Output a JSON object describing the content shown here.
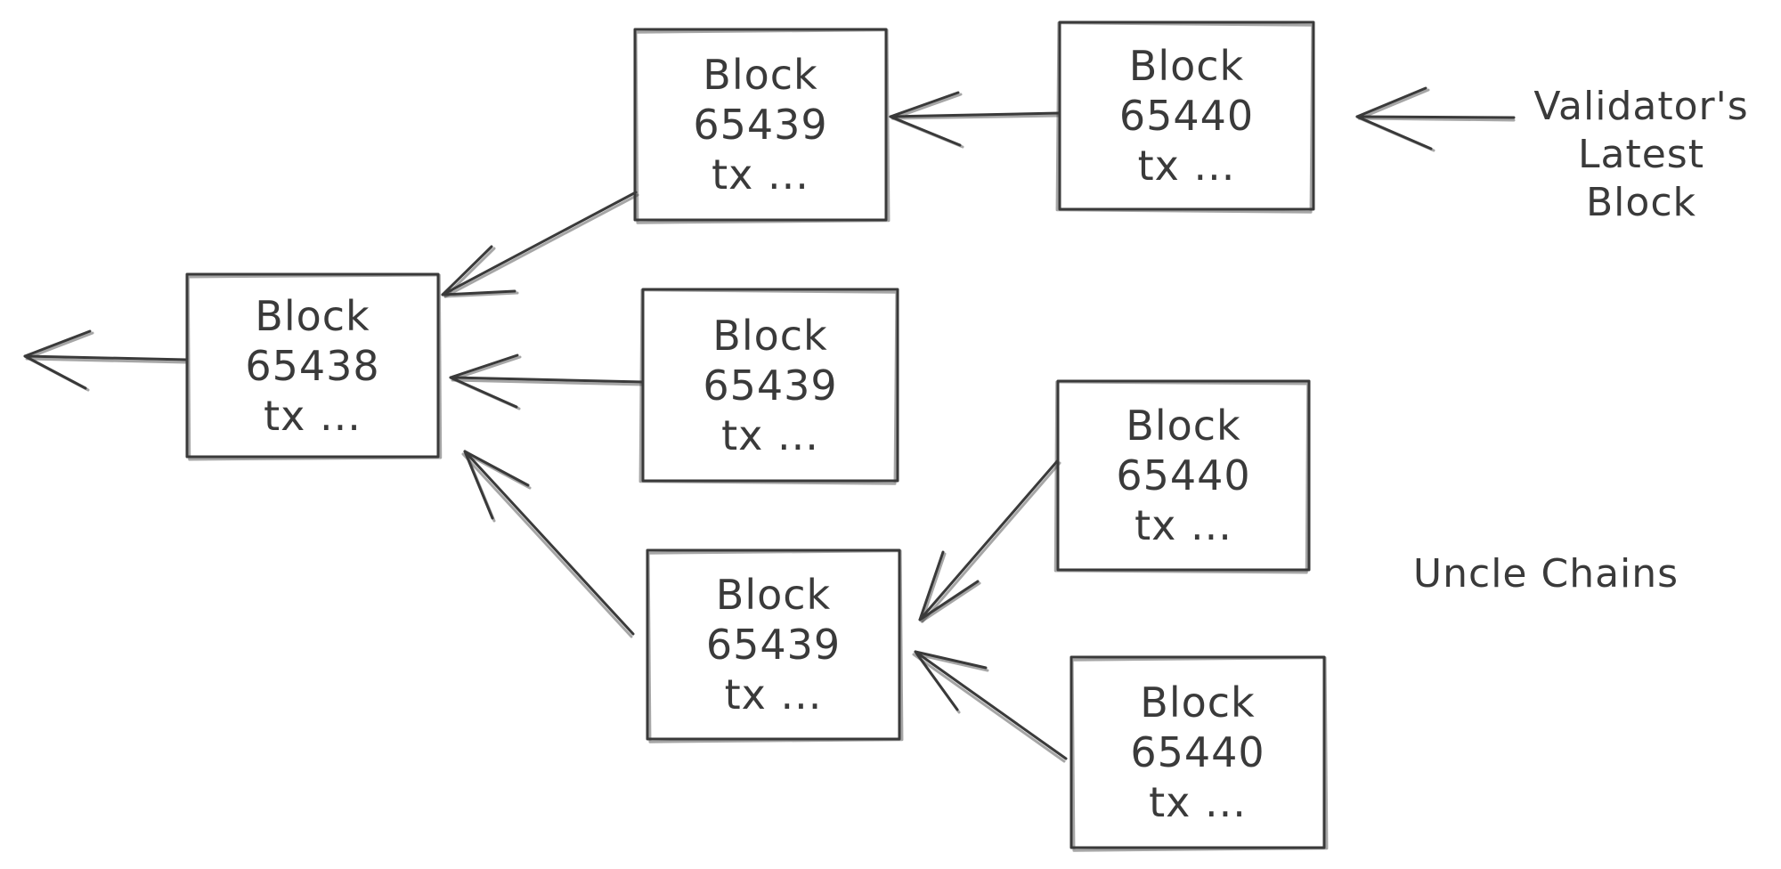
{
  "diagram": {
    "background_color": "#ffffff",
    "stroke_color": "#3a3a3a",
    "text_color": "#3a3a3a"
  },
  "nodes": [
    {
      "id": "block-65439-canonical",
      "line1": "Block",
      "line2": "65439",
      "line3": "tx ..."
    },
    {
      "id": "block-65440-canonical",
      "line1": "Block",
      "line2": "65440",
      "line3": "tx ..."
    },
    {
      "id": "block-65438",
      "line1": "Block",
      "line2": "65438",
      "line3": "tx ..."
    },
    {
      "id": "block-65439-uncle-top",
      "line1": "Block",
      "line2": "65439",
      "line3": "tx ..."
    },
    {
      "id": "block-65439-uncle-bottom",
      "line1": "Block",
      "line2": "65439",
      "line3": "tx ..."
    },
    {
      "id": "block-65440-uncle-top",
      "line1": "Block",
      "line2": "65440",
      "line3": "tx ..."
    },
    {
      "id": "block-65440-uncle-bottom",
      "line1": "Block",
      "line2": "65440",
      "line3": "tx ..."
    }
  ],
  "annotations": {
    "validators_latest_block": {
      "line1": "Validator's",
      "line2": "Latest",
      "line3": "Block"
    },
    "uncle_chains": "Uncle Chains"
  },
  "edges": [
    {
      "from": "validators-latest-block-label",
      "to": "block-65440-canonical"
    },
    {
      "from": "block-65440-canonical",
      "to": "block-65439-canonical"
    },
    {
      "from": "block-65439-canonical",
      "to": "block-65438"
    },
    {
      "from": "block-65439-uncle-top",
      "to": "block-65438"
    },
    {
      "from": "block-65439-uncle-bottom",
      "to": "block-65438"
    },
    {
      "from": "block-65440-uncle-top",
      "to": "block-65439-uncle-bottom"
    },
    {
      "from": "block-65440-uncle-bottom",
      "to": "block-65439-uncle-bottom"
    },
    {
      "from": "block-65438",
      "to": "earlier-chain-offscreen"
    }
  ]
}
